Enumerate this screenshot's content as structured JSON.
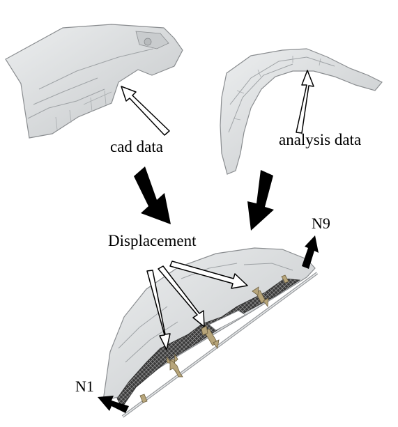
{
  "labels": {
    "cad": "cad data",
    "analysis": "analysis data",
    "displacement": "Displacement",
    "n9": "N9",
    "n1": "N1"
  },
  "colors": {
    "part_fill": "#d7d9da",
    "part_edge": "#8a8d90",
    "mesh": "#2a2a2a",
    "arrow": "#000000",
    "measure_arrow": "#b7a57a"
  },
  "icons": {
    "cad_part": "cad-part-icon",
    "analysis_part": "analysis-part-icon",
    "assembly_part": "assembly-part-icon"
  }
}
